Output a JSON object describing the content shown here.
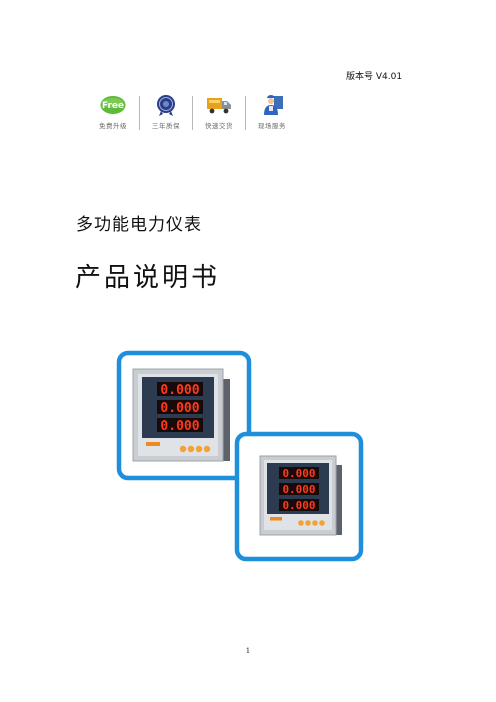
{
  "header": {
    "version": "版本号 V4.01"
  },
  "services": [
    {
      "label": "免费升级",
      "icon": "free-badge-icon",
      "badge_text": "Free"
    },
    {
      "label": "三年质保",
      "icon": "warranty-seal-icon"
    },
    {
      "label": "快速交货",
      "icon": "delivery-truck-icon"
    },
    {
      "label": "现场服务",
      "icon": "technician-icon"
    }
  ],
  "document": {
    "subtitle": "多功能电力仪表",
    "title": "产品说明书"
  },
  "product_images": [
    {
      "readouts": [
        "0.000",
        "0.000",
        "0.000"
      ]
    },
    {
      "readouts": [
        "0.000",
        "0.000",
        "0.000"
      ]
    }
  ],
  "colors": {
    "frame_blue": "#1d8fdb",
    "display_red": "#ff3a1e",
    "panel_grey": "#c9ccd1"
  },
  "footer": {
    "page_number": "1"
  }
}
